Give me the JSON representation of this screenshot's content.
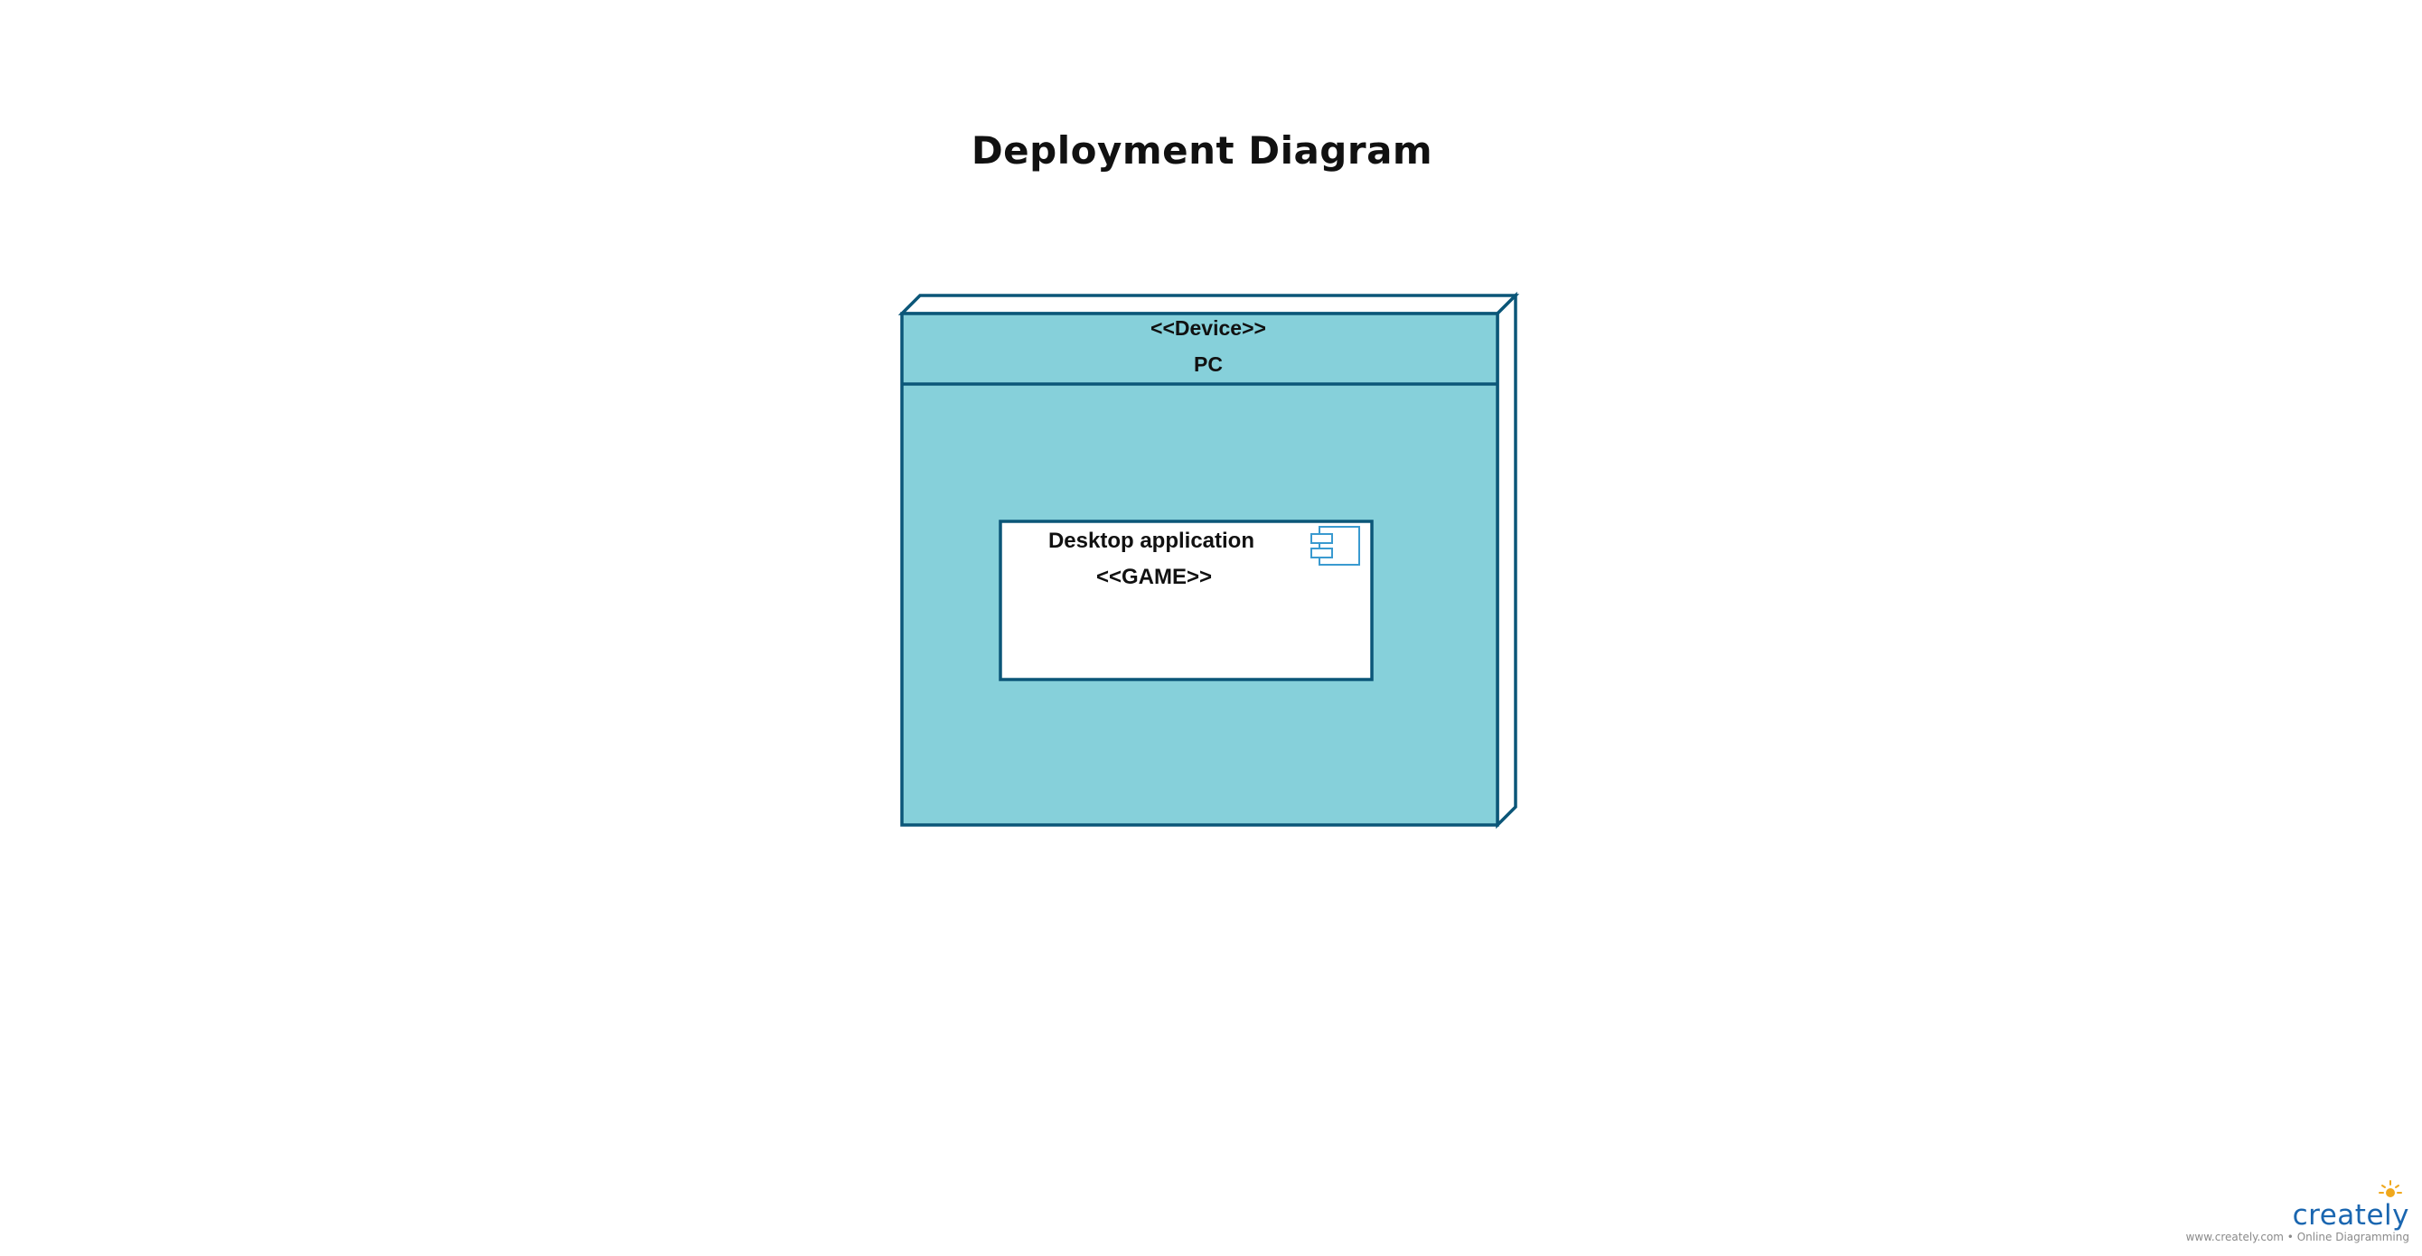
{
  "diagram": {
    "title": "Deployment Diagram",
    "node": {
      "stereotype": "<<Device>>",
      "name": "PC",
      "fill_color": "#86d0da",
      "stroke_color": "#0b5678"
    },
    "component": {
      "name": "Desktop application",
      "stereotype": "<<GAME>>",
      "fill_color": "#ffffff",
      "stroke_color": "#0b5678",
      "icon": "component-icon"
    }
  },
  "branding": {
    "logo_text": "creately",
    "tagline": "www.creately.com • Online Diagramming",
    "logo_color": "#1a66b0",
    "sun_color": "#f0a81c"
  }
}
